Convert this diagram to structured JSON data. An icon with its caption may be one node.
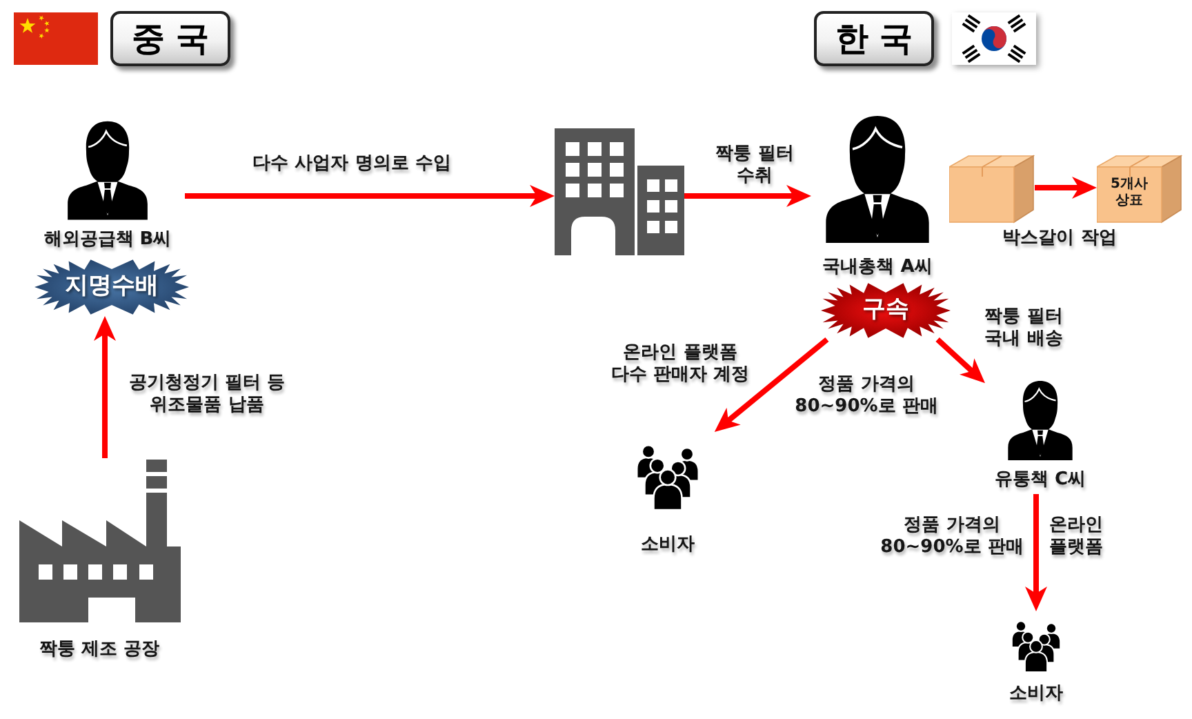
{
  "diagram": {
    "nodes": [
      {
        "text": [
          "중 국"
        ]
      },
      {
        "text": [
          "한 국"
        ]
      },
      {
        "text": [
          "해외공급책 B씨"
        ]
      },
      {
        "text": [
          "지명수배"
        ]
      },
      {
        "text": [],
        "shape": "picture"
      },
      {
        "text": [
          "국내총책 A씨"
        ]
      },
      {
        "text": [
          "구속"
        ]
      },
      {
        "text": [],
        "shape": "box"
      },
      {
        "text": [
          "5개사 상표"
        ]
      },
      {
        "text": [
          "소비자"
        ]
      },
      {
        "text": [
          "유통책 C씨"
        ]
      },
      {
        "text": [
          "소비자"
        ]
      },
      {
        "text": [
          "짝퉁 제조 공장"
        ]
      }
    ],
    "edges": [
      {
        "from": 12,
        "to": 3,
        "arrow": "to",
        "label": "공기청정기 필터 등 위조물품 납품"
      },
      {
        "from": 2,
        "to": 4,
        "arrow": "to",
        "label": "다수 사업자 명의로 수입"
      },
      {
        "from": 4,
        "to": 5,
        "arrow": "to",
        "label": "짝퉁 필터 수취"
      },
      {
        "from": 7,
        "to": 8,
        "arrow": "to"
      },
      {
        "from": 6,
        "to": 9,
        "arrow": "to",
        "label": "정품 가격의 80~90%로 판매"
      },
      {
        "from": 6,
        "to": 10,
        "arrow": "to",
        "label": "짝퉁 필터 국내 배송"
      },
      {
        "from": 10,
        "to": 11,
        "arrow": "to",
        "label": "정품 가격의 80~90%로 판매"
      }
    ],
    "labels": [
      "박스갈이 작업",
      "온라인 플랫폼 다수 판매자 계정",
      "온라인 플랫폼"
    ]
  }
}
